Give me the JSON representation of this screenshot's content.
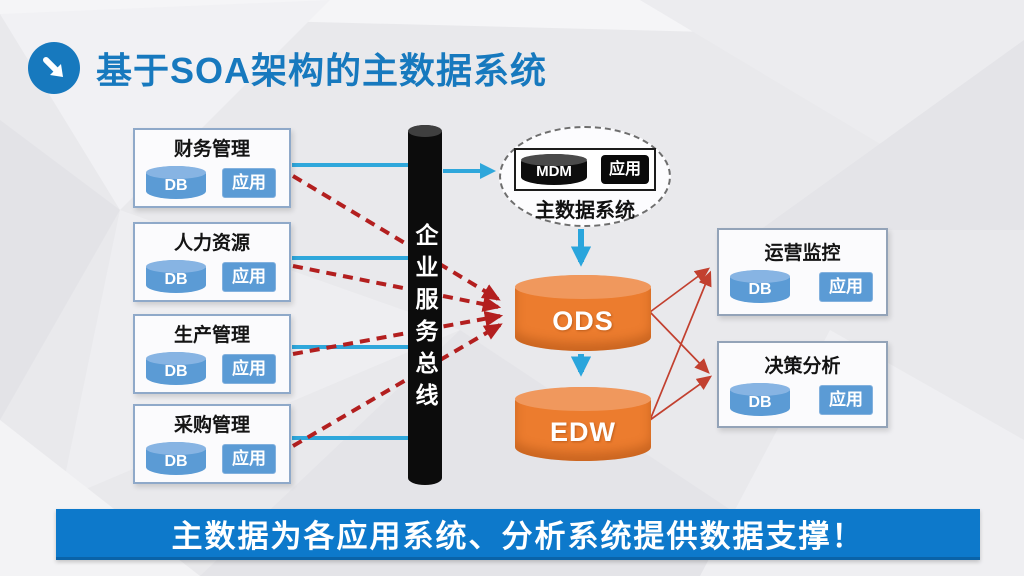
{
  "title": {
    "text": "基于SOA架构的主数据系统"
  },
  "left_systems": [
    {
      "title": "财务管理",
      "db": "DB",
      "app": "应用"
    },
    {
      "title": "人力资源",
      "db": "DB",
      "app": "应用"
    },
    {
      "title": "生产管理",
      "db": "DB",
      "app": "应用"
    },
    {
      "title": "采购管理",
      "db": "DB",
      "app": "应用"
    }
  ],
  "esb": {
    "label": "企业服务总线"
  },
  "mdm": {
    "db": "MDM",
    "app": "应用",
    "caption": "主数据系统"
  },
  "warehouses": [
    {
      "label": "ODS"
    },
    {
      "label": "EDW"
    }
  ],
  "right_systems": [
    {
      "title": "运营监控",
      "db": "DB",
      "app": "应用"
    },
    {
      "title": "决策分析",
      "db": "DB",
      "app": "应用"
    }
  ],
  "banner": {
    "text": "主数据为各应用系统、分析系统提供数据支撑！"
  },
  "colors": {
    "accent_blue": "#1779be",
    "banner_blue": "#0d79cb",
    "line_blue": "#2fa7db",
    "node_blue": "#5b9bd5",
    "dashed_red": "#b31f1f",
    "thin_red": "#c2402f",
    "orange": "#ec7c2e",
    "esb_black": "#0c0c0c",
    "background": "#e9e9ec"
  }
}
